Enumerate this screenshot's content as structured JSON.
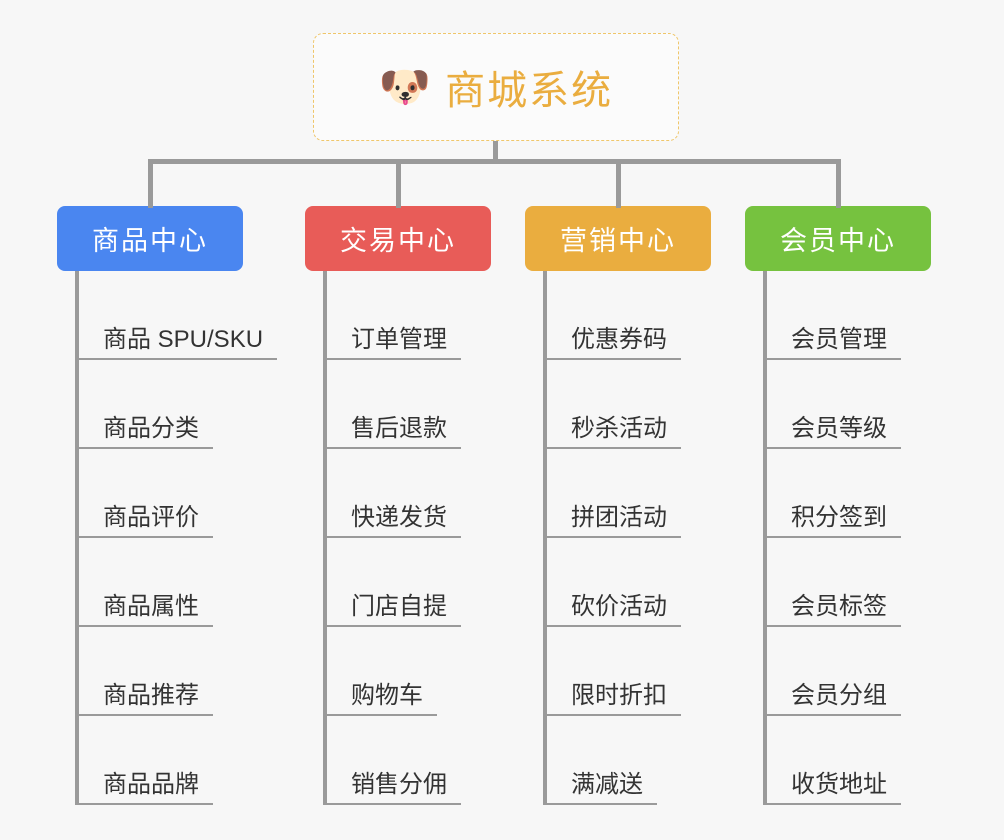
{
  "root": {
    "icon": "shiba-dog-face-icon",
    "emoji": "🐶",
    "title": "商城系统",
    "border_color": "#efc66a",
    "text_color": "#eaad3f"
  },
  "theme": {
    "background": "#f7f7f7",
    "connector_color": "#9a9a9a",
    "leaf_text_color": "#333333"
  },
  "categories": [
    {
      "label": "商品中心",
      "color": "#4a86f0",
      "items": [
        "商品 SPU/SKU",
        "商品分类",
        "商品评价",
        "商品属性",
        "商品推荐",
        "商品品牌"
      ]
    },
    {
      "label": "交易中心",
      "color": "#e85c58",
      "items": [
        "订单管理",
        "售后退款",
        "快递发货",
        "门店自提",
        "购物车",
        "销售分佣"
      ]
    },
    {
      "label": "营销中心",
      "color": "#eaad3f",
      "items": [
        "优惠券码",
        "秒杀活动",
        "拼团活动",
        "砍价活动",
        "限时折扣",
        "满减送"
      ]
    },
    {
      "label": "会员中心",
      "color": "#76c23f",
      "items": [
        "会员管理",
        "会员等级",
        "积分签到",
        "会员标签",
        "会员分组",
        "收货地址"
      ]
    }
  ]
}
